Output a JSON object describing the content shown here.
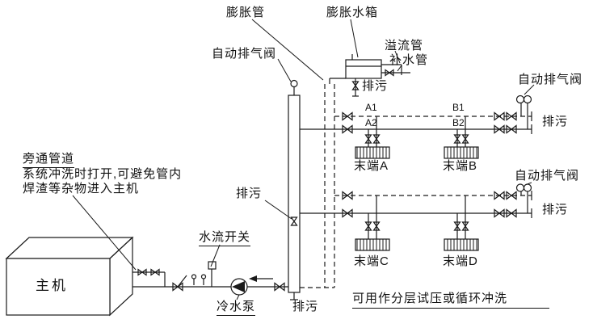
{
  "colors": {
    "line": "#1a1a1a",
    "text": "#111111",
    "background": "#ffffff"
  },
  "expansion_system": {
    "pipe_label": "膨胀管",
    "tank_label": "膨胀水箱",
    "riser_vent_label": "自动排气阀",
    "overflow_label": "溢流管",
    "makeup_label": "补水管",
    "tank_drain_label": "排污"
  },
  "upper_loop": {
    "vent_label": "自动排气阀",
    "drain_label": "排污",
    "taps": [
      "A1",
      "A2",
      "B1",
      "B2"
    ],
    "terminal_a": "末端A",
    "terminal_b": "末端B"
  },
  "middle_loop": {
    "vent_label": "自动排气阀",
    "drain_label": "排污",
    "riser_drain_label": "排污",
    "terminal_c": "末端C",
    "terminal_d": "末端D"
  },
  "plant": {
    "main_unit_label": "主机",
    "pump_label": "冷水泵",
    "pump_drain_label": "排污",
    "flow_switch_label": "水流开关",
    "bypass_note_title": "旁通管道",
    "bypass_note_line1": "系统冲洗时打开,可避免管内",
    "bypass_note_line2": "焊渣等杂物进入主机"
  },
  "footer": {
    "note": "可用作分层试压或循环冲洗"
  }
}
